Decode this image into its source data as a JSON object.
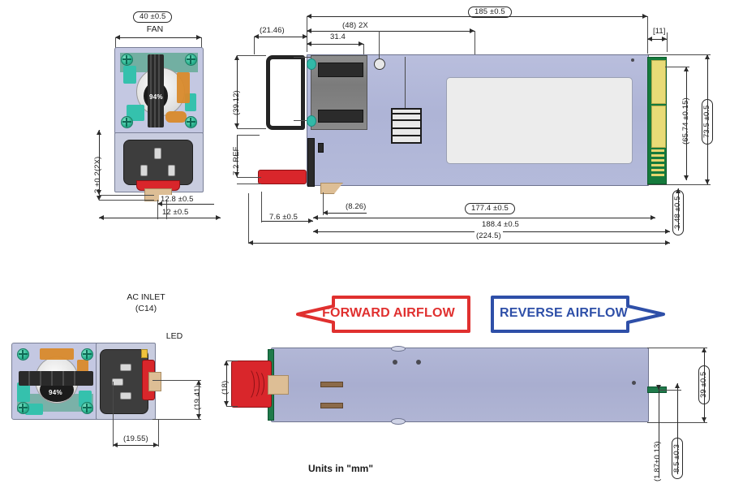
{
  "drawing": {
    "units_note": "Units in \"mm\""
  },
  "views": {
    "fan_front": {
      "name": "fan-front-view",
      "top_dim": "40 ±0.5",
      "top_label": "FAN",
      "fan_pct": "94%"
    },
    "inlet_front": {
      "name": "ac-inlet-front-view",
      "title_line1": "AC INLET",
      "title_line2": "(C14)",
      "led_label": "LED",
      "fan_pct": "94%"
    }
  },
  "dimensions": {
    "fan_width": "40 ±0.5",
    "fan_label": "FAN",
    "inlet_height_2x": "3 ±0.2(2X)",
    "inlet_offset_a": "12.8 ±0.5",
    "inlet_offset_b": "12 ±0.5",
    "handle_offset": "(21.46)",
    "conn_depth": "31.4",
    "screw_pitch_2x": "(48) 2X",
    "overall_length": "185 ±0.5",
    "pcb_edge": "[11]",
    "conn_height": "(39.12)",
    "ref_height": "7.2 REF",
    "pcb_height": "(65.74 ±0.15)",
    "body_height": "73.5 ±0.5",
    "pcb_thickness": "3.48 ±0.5",
    "front_offset": "7.6 ±0.5",
    "tab_offset": "(8.26)",
    "body_length": "177.4 ±0.5",
    "overall_body": "188.4 ±0.5",
    "total_length": "(224.5)",
    "led_offset": "(19.41)",
    "inlet_center": "(19.55)",
    "conn_width_18": "(18)",
    "side_height": "39 ±0.5",
    "tab_thickness": "(1.87±0.13)",
    "tab_width": "8.5 ±0.3"
  },
  "airflow": {
    "forward": {
      "label": "FORWARD AIRFLOW",
      "color": "#e0302f",
      "direction": "left"
    },
    "reverse": {
      "label": "REVERSE AIRFLOW",
      "color": "#2e4fa8",
      "direction": "right"
    }
  },
  "colors": {
    "chassis": "#b4bada",
    "pcb_green": "#157a3c",
    "pcb_gold": "#e8db77",
    "connector_red": "#d9262b",
    "line": "#2b2b2b"
  }
}
